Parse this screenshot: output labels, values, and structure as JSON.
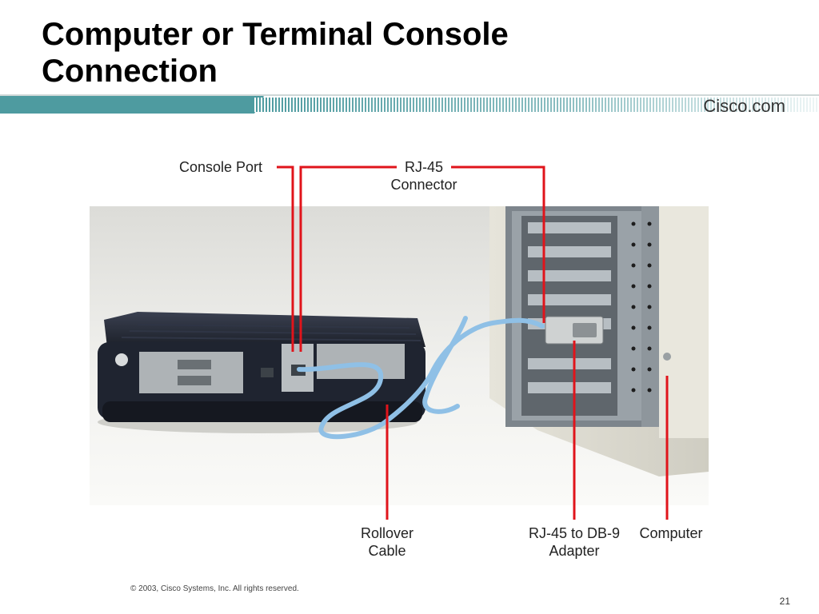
{
  "slide": {
    "title_line1": "Computer or Terminal Console",
    "title_line2": "Connection",
    "brand": "Cisco.com",
    "footer": "© 2003, Cisco Systems, Inc. All rights reserved.",
    "page_number": "21"
  },
  "labels": {
    "console_port": "Console Port",
    "rj45_line1": "RJ-45",
    "rj45_line2": "Connector",
    "rollover_line1": "Rollover",
    "rollover_line2": "Cable",
    "adapter_line1": "RJ-45 to DB-9",
    "adapter_line2": "Adapter",
    "computer": "Computer"
  },
  "colors": {
    "header_bar": "#4e9ba0",
    "callout_line": "#e0141b",
    "cable": "#8fc0e6",
    "router_body": "#1f2430"
  }
}
